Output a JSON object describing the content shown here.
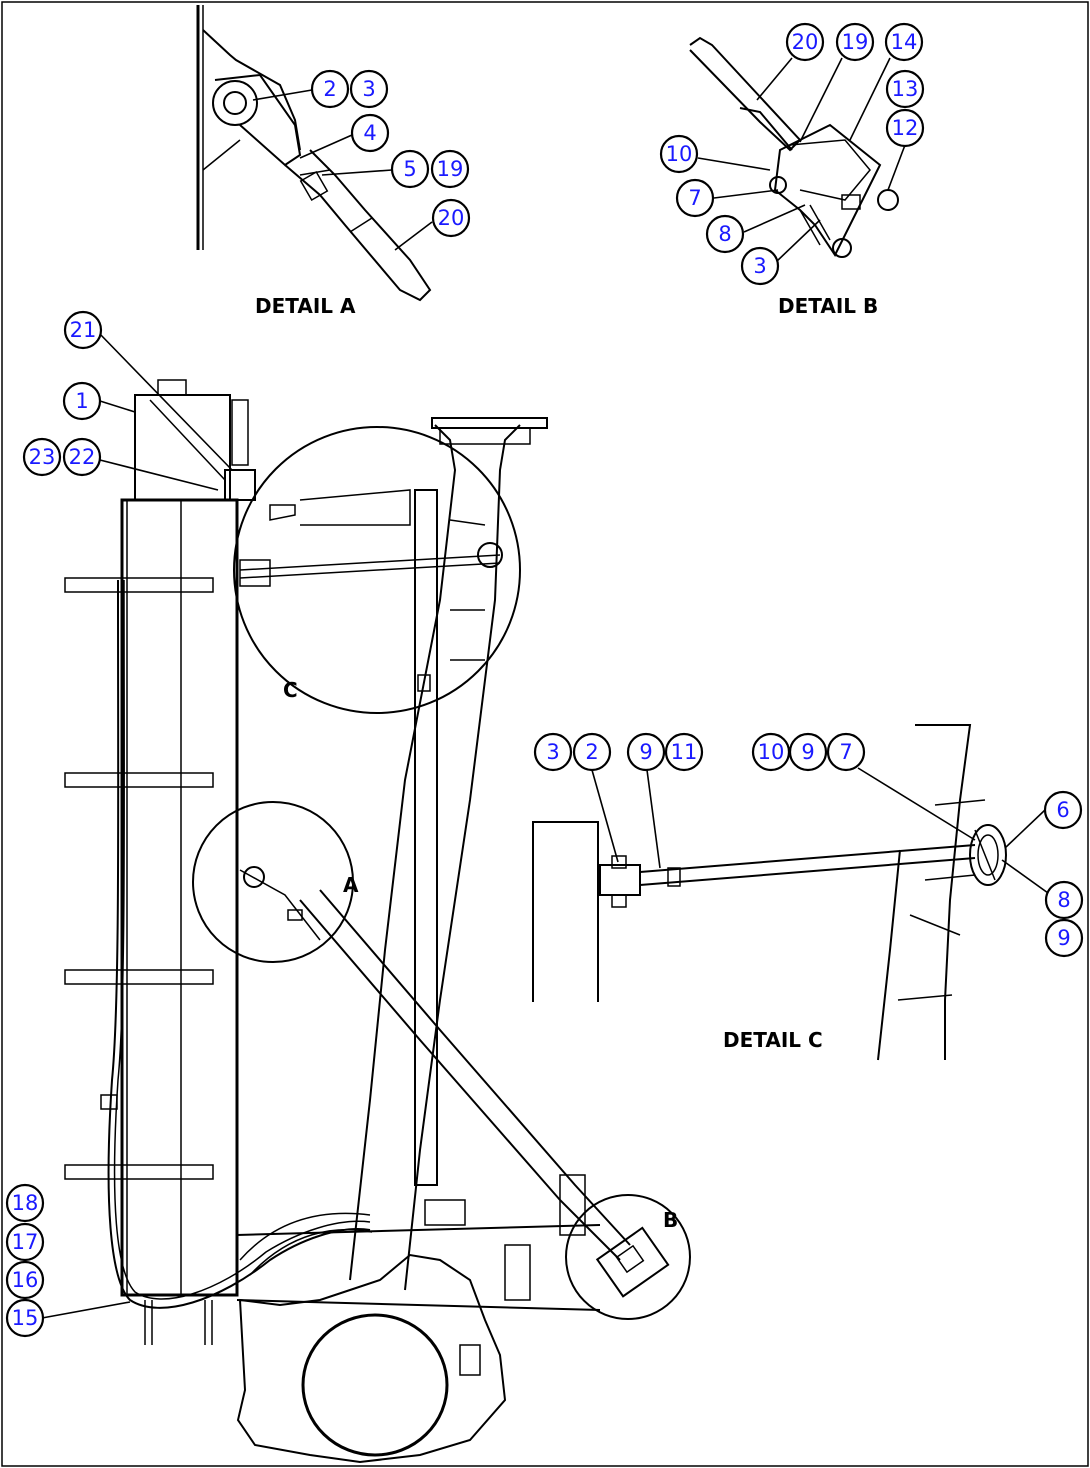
{
  "colors": {
    "callout_text": "#1a1aff",
    "line": "#000000",
    "background": "#ffffff"
  },
  "details": {
    "a": {
      "caption": "DETAIL  A"
    },
    "b": {
      "caption": "DETAIL  B"
    },
    "c": {
      "caption": "DETAIL  C"
    }
  },
  "view_labels": {
    "a": "A",
    "b": "B",
    "c": "C"
  },
  "callouts": {
    "a": [
      "2",
      "3",
      "4",
      "5",
      "19",
      "20"
    ],
    "b": [
      "20",
      "19",
      "14",
      "13",
      "12",
      "10",
      "7",
      "8",
      "3"
    ],
    "c": [
      "3",
      "2",
      "9",
      "11",
      "10",
      "9",
      "7",
      "6",
      "8",
      "9"
    ],
    "main": [
      "21",
      "1",
      "23",
      "22",
      "18",
      "17",
      "16",
      "15"
    ]
  }
}
